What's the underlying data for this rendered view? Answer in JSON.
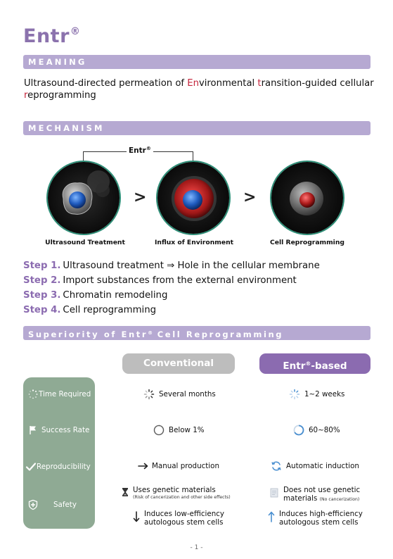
{
  "title": {
    "text": "Entr",
    "mark": "®"
  },
  "meaning": {
    "heading": "MEANING",
    "line1_pre": "Ultrasound-directed permeation of ",
    "hl_en": "En",
    "line1_mid": "vironmental ",
    "hl_t": "t",
    "line1_post": "ransition-guided cellular",
    "hl_r": "r",
    "line2_post": "eprogramming"
  },
  "mechanism": {
    "heading": "MECHANISM",
    "bracket_label": "Entr",
    "bracket_mark": "®",
    "cells": [
      {
        "label": "Ultrasound Treatment"
      },
      {
        "label": "Influx of Environment"
      },
      {
        "label": "Cell Reprogramming"
      }
    ],
    "arrows": [
      ">",
      ">"
    ]
  },
  "steps": [
    {
      "num": "Step 1.",
      "text": "Ultrasound treatment ⇒ Hole in the cellular membrane"
    },
    {
      "num": "Step 2.",
      "text": "Import substances from the external environment"
    },
    {
      "num": "Step 3.",
      "text": "Chromatin remodeling"
    },
    {
      "num": "Step 4.",
      "text": "Cell reprogramming"
    }
  ],
  "superiority": {
    "heading_pre": "Superiority of Entr",
    "heading_mark": "®",
    "heading_post": " Cell Reprogramming",
    "conventional_label": "Conventional",
    "entr_label": "Entr",
    "entr_mark": "®",
    "entr_suffix": "-based",
    "rows": [
      {
        "label": "Time Required",
        "icon": "spinner-icon",
        "conventional": "Several months",
        "entr": "1~2 weeks"
      },
      {
        "label": "Success Rate",
        "icon": "flag-icon",
        "conventional": "Below 1%",
        "entr": "60~80%"
      },
      {
        "label": "Reproducibility",
        "icon": "check-icon",
        "conventional": "Manual production",
        "entr": "Automatic induction"
      },
      {
        "label": "Safety",
        "icon": "shield-icon",
        "conventional_1": "Uses genetic materials",
        "conventional_1_note": "(Risk of cancerization and other side effects)",
        "entr_1a": "Does not use genetic",
        "entr_1b": "materials",
        "entr_1_note": "(No cancerization)",
        "conventional_2a": "Induces low-efficiency",
        "conventional_2b": "autologous stem cells",
        "entr_2a": "Induces high-efficiency",
        "entr_2b": "autologous stem cells"
      }
    ]
  },
  "colors": {
    "title": "#8b72ad",
    "bar": "#b6a9d2",
    "highlight": "#c4243b",
    "step_num": "#8b6bb0",
    "conventional": "#bdbdbd",
    "entr": "#8b6bb0",
    "panel": "#8faa94"
  },
  "footer": {
    "page": "- 1 -"
  }
}
